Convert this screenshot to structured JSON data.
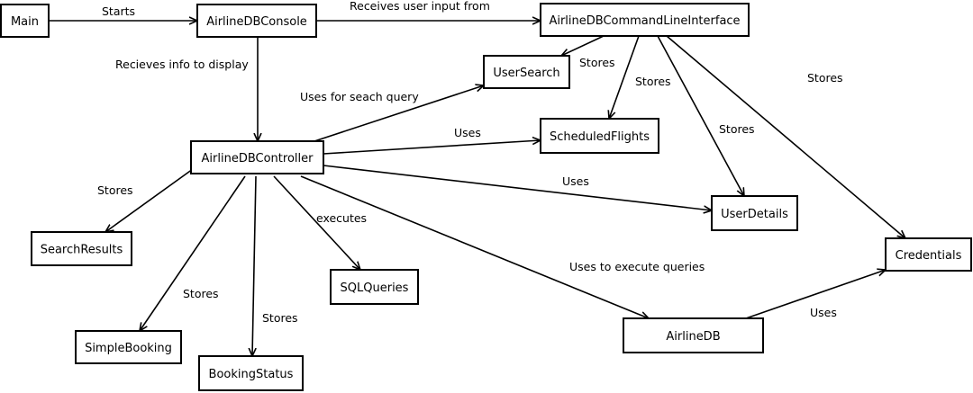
{
  "diagram": {
    "nodes": [
      {
        "id": "main",
        "label": "Main"
      },
      {
        "id": "console",
        "label": "AirlineDBConsole"
      },
      {
        "id": "cli",
        "label": "AirlineDBCommandLineInterface"
      },
      {
        "id": "usersearch",
        "label": "UserSearch"
      },
      {
        "id": "scheduled",
        "label": "ScheduledFlights"
      },
      {
        "id": "controller",
        "label": "AirlineDBController"
      },
      {
        "id": "userdetails",
        "label": "UserDetails"
      },
      {
        "id": "credentials",
        "label": "Credentials"
      },
      {
        "id": "searchresults",
        "label": "SearchResults"
      },
      {
        "id": "sqlqueries",
        "label": "SQLQueries"
      },
      {
        "id": "simplebooking",
        "label": "SimpleBooking"
      },
      {
        "id": "bookingstatus",
        "label": "BookingStatus"
      },
      {
        "id": "airlinedb",
        "label": "AirlineDB"
      }
    ],
    "edges": [
      {
        "id": "e1",
        "from": "main",
        "to": "console",
        "label": "Starts"
      },
      {
        "id": "e2",
        "from": "console",
        "to": "cli",
        "label": "Receives user input from"
      },
      {
        "id": "e3",
        "from": "console",
        "to": "controller",
        "label": "Recieves info to display"
      },
      {
        "id": "e4",
        "from": "cli",
        "to": "usersearch",
        "label": "Stores"
      },
      {
        "id": "e5",
        "from": "cli",
        "to": "scheduled",
        "label": "Stores"
      },
      {
        "id": "e6",
        "from": "cli",
        "to": "userdetails",
        "label": "Stores"
      },
      {
        "id": "e7",
        "from": "cli",
        "to": "credentials",
        "label": "Stores"
      },
      {
        "id": "e8",
        "from": "controller",
        "to": "usersearch",
        "label": "Uses for seach query"
      },
      {
        "id": "e9",
        "from": "controller",
        "to": "scheduled",
        "label": "Uses"
      },
      {
        "id": "e10",
        "from": "controller",
        "to": "userdetails",
        "label": "Uses"
      },
      {
        "id": "e11",
        "from": "controller",
        "to": "searchresults",
        "label": "Stores"
      },
      {
        "id": "e12",
        "from": "controller",
        "to": "sqlqueries",
        "label": "executes"
      },
      {
        "id": "e13",
        "from": "controller",
        "to": "simplebooking",
        "label": "Stores"
      },
      {
        "id": "e14",
        "from": "controller",
        "to": "bookingstatus",
        "label": "Stores"
      },
      {
        "id": "e15",
        "from": "controller",
        "to": "airlinedb",
        "label": "Uses to execute queries"
      },
      {
        "id": "e16",
        "from": "airlinedb",
        "to": "credentials",
        "label": "Uses"
      }
    ]
  }
}
